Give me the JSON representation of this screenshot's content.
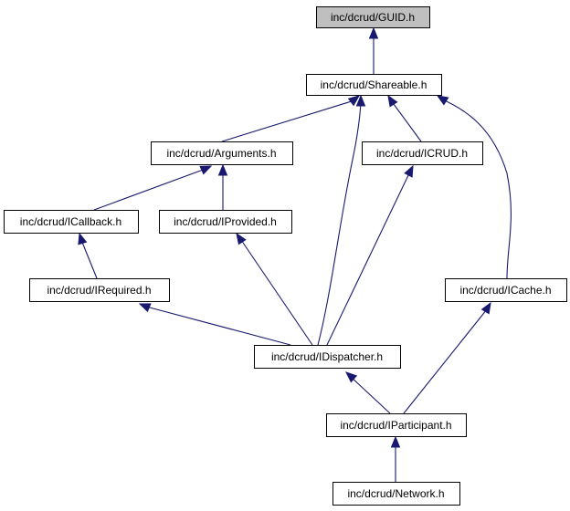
{
  "graph": {
    "edge_color": "#191970",
    "root_fill": "#bfbfbf",
    "nodes": [
      {
        "id": "guid",
        "label": "inc/dcrud/GUID.h",
        "root": true
      },
      {
        "id": "shareable",
        "label": "inc/dcrud/Shareable.h"
      },
      {
        "id": "arguments",
        "label": "inc/dcrud/Arguments.h"
      },
      {
        "id": "icrud",
        "label": "inc/dcrud/ICRUD.h"
      },
      {
        "id": "icallback",
        "label": "inc/dcrud/ICallback.h"
      },
      {
        "id": "iprovided",
        "label": "inc/dcrud/IProvided.h"
      },
      {
        "id": "irequired",
        "label": "inc/dcrud/IRequired.h"
      },
      {
        "id": "icache",
        "label": "inc/dcrud/ICache.h"
      },
      {
        "id": "idispatcher",
        "label": "inc/dcrud/IDispatcher.h"
      },
      {
        "id": "iparticipant",
        "label": "inc/dcrud/IParticipant.h"
      },
      {
        "id": "network",
        "label": "inc/dcrud/Network.h"
      }
    ],
    "edges": [
      {
        "from": "shareable",
        "to": "guid"
      },
      {
        "from": "arguments",
        "to": "shareable"
      },
      {
        "from": "idispatcher",
        "to": "shareable"
      },
      {
        "from": "icrud",
        "to": "shareable"
      },
      {
        "from": "icache",
        "to": "shareable"
      },
      {
        "from": "icallback",
        "to": "arguments"
      },
      {
        "from": "iprovided",
        "to": "arguments"
      },
      {
        "from": "idispatcher",
        "to": "icrud"
      },
      {
        "from": "irequired",
        "to": "icallback"
      },
      {
        "from": "idispatcher",
        "to": "iprovided"
      },
      {
        "from": "idispatcher",
        "to": "irequired"
      },
      {
        "from": "iparticipant",
        "to": "icache"
      },
      {
        "from": "iparticipant",
        "to": "idispatcher"
      },
      {
        "from": "network",
        "to": "iparticipant"
      }
    ]
  }
}
